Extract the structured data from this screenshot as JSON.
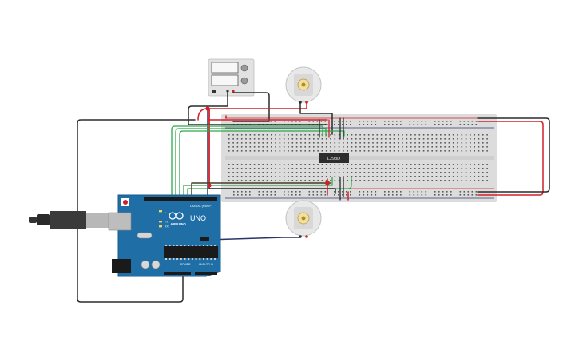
{
  "canvas_bg": "#ffffff",
  "colors": {
    "wire_black": "#2b2b2b",
    "wire_red": "#d0202a",
    "wire_green": "#2fa84a",
    "wire_navy": "#2a3466",
    "board_blue": "#1f6fa6",
    "breadboard": "#dcdcdc",
    "rail_red": "#d0202a",
    "rail_blue": "#333a6b"
  },
  "components": {
    "power_supply": {
      "icon": "power-supply-icon"
    },
    "motor_top": {
      "icon": "dc-motor-icon"
    },
    "motor_bottom": {
      "icon": "dc-motor-icon"
    },
    "breadboard": {
      "icon": "breadboard-icon"
    },
    "ic_chip": {
      "icon": "ic-chip-icon",
      "label": "L293D"
    },
    "arduino": {
      "icon": "arduino-uno-icon",
      "logo_text": "ARDUINO",
      "model_text": "UNO",
      "digital_header": "DIGITAL (PWM~)",
      "power_header": "POWER",
      "analog_header": "ANALOG IN",
      "led_labels": [
        "L",
        "TX",
        "RX"
      ]
    },
    "usb_cable": {
      "icon": "usb-cable-icon"
    }
  }
}
